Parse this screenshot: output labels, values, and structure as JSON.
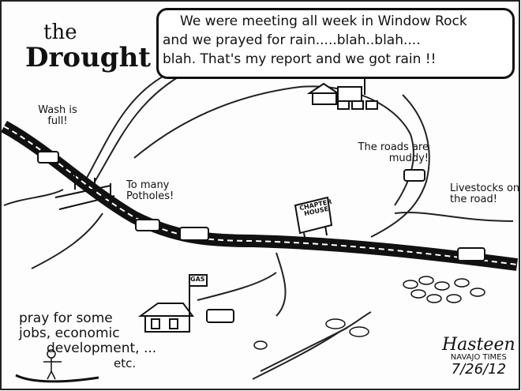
{
  "title": {
    "line1": "the",
    "line2": "Drought"
  },
  "speech_bubble": {
    "lines": [
      "We were meeting all week in Window Rock",
      "and we prayed for rain.....blah..blah....",
      "blah. That's my report and we got rain !!"
    ]
  },
  "labels": {
    "wash": "Wash is full!",
    "potholes": "To many Potholes!",
    "roads": "The roads are muddy!",
    "livestock": "Livestocks on the road!",
    "chapter_house_sign": "CHAPTER HOUSE",
    "gas_sign": "GAS",
    "pray": [
      "pray for some",
      "jobs, economic",
      "development, ...",
      "etc."
    ]
  },
  "signature": {
    "artist": "Hasteen",
    "publication": "NAVAJO TIMES",
    "date": "7/26/12"
  }
}
